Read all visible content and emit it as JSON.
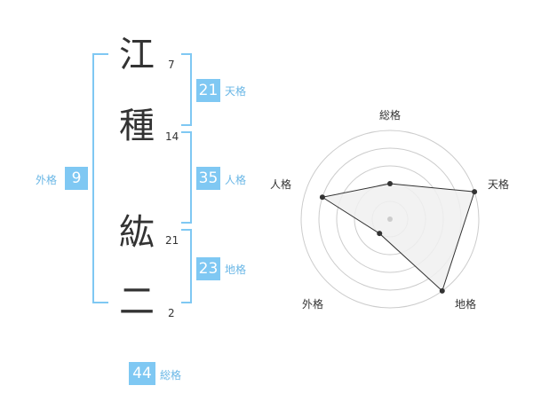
{
  "name_chars": [
    {
      "char": "江",
      "strokes": "7"
    },
    {
      "char": "種",
      "strokes": "14"
    },
    {
      "char": "紘",
      "strokes": "21"
    },
    {
      "char": "二",
      "strokes": "2"
    }
  ],
  "kakusu": {
    "tenkaku": {
      "value": "21",
      "label": "天格"
    },
    "jinkaku": {
      "value": "35",
      "label": "人格"
    },
    "chikaku": {
      "value": "23",
      "label": "地格"
    },
    "gaikaku": {
      "value": "9",
      "label": "外格"
    },
    "soukaku": {
      "value": "44",
      "label": "総格"
    }
  },
  "radar": {
    "labels": {
      "top": "総格",
      "right": "天格",
      "bottom_right": "地格",
      "bottom_left": "外格",
      "left": "人格"
    },
    "levels": 5,
    "scores": {
      "soukaku": 2,
      "tenkaku": 5,
      "chikaku": 5,
      "gaikaku": 1,
      "jinkaku": 4
    },
    "colors": {
      "fill": "#f0f0f0",
      "stroke": "#333333",
      "ring": "#cccccc",
      "point": "#333333",
      "center": "#cccccc"
    }
  },
  "colors": {
    "accent": "#7fc8f3",
    "accent_text": "#6ab7e6",
    "text": "#333333"
  }
}
